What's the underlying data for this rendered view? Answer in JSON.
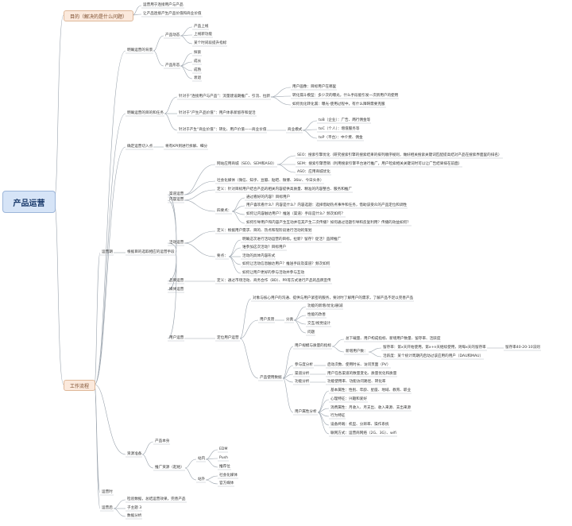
{
  "root": {
    "label": "产品运营"
  },
  "main": [
    {
      "id": "goal",
      "label": "目的（解决的是什么问题）"
    },
    {
      "id": "workflow",
      "label": "工作流程"
    }
  ],
  "nodes": [
    {
      "id": "g1",
      "text": "运营用于连接用户与产品"
    },
    {
      "id": "g2",
      "text": "让产品连接产生产品价值和商业价值"
    },
    {
      "id": "w1",
      "text": "明确运营的背景"
    },
    {
      "id": "w1a",
      "text": "产品动态"
    },
    {
      "id": "w1a1",
      "text": "产品上线"
    },
    {
      "id": "w1a2",
      "text": "上线新功能"
    },
    {
      "id": "w1a3",
      "text": "某个时间段提升指标"
    },
    {
      "id": "w1b",
      "text": "产品形态"
    },
    {
      "id": "w1b1",
      "text": "探索"
    },
    {
      "id": "w1b2",
      "text": "成长"
    },
    {
      "id": "w1b3",
      "text": "成熟"
    },
    {
      "id": "w1b4",
      "text": "衰退"
    },
    {
      "id": "w2",
      "text": "明确运营的目的和任务"
    },
    {
      "id": "w2a",
      "text": "针对于“连接用户与产品”：流量建设期推广、引流、拉新"
    },
    {
      "id": "w2a1",
      "text": "用户画像：目标用户在哪里"
    },
    {
      "id": "w2a2",
      "text": "转化漏斗模型：多少次的曝光，什么手段能引发一次新用户的使用"
    },
    {
      "id": "w2a3",
      "text": "如何优化转化漏：曝光-使用过程中，有什么障碍需要克服"
    },
    {
      "id": "w2b",
      "text": "针对于“产生产品价值”：用户体系新留存和促活"
    },
    {
      "id": "w2c",
      "text": "针对于产生“商业价值”：转化、用户价值——商业价值"
    },
    {
      "id": "w2c1",
      "text": "商业模式"
    },
    {
      "id": "w2c1a",
      "text": "toB（企业）：广告、两行佣金等"
    },
    {
      "id": "w2c1b",
      "text": "toC（个人）：增值服务等"
    },
    {
      "id": "w2c1c",
      "text": "toP（平台）：中介费、佣金"
    },
    {
      "id": "w3",
      "text": "确定运营切入点"
    },
    {
      "id": "w3a",
      "text": "将有KPI到进行拆解、细分"
    },
    {
      "id": "w4",
      "text": "运营期"
    },
    {
      "id": "w4a",
      "text": "根据目的选取相应的运营手段"
    },
    {
      "id": "ch",
      "text": "渠道运营"
    },
    {
      "id": "ch1",
      "text": "网站应用商城（SEO、SEM和ASO）"
    },
    {
      "id": "ch1a",
      "text": "SEO：搜索引擎优化（研究搜索引擎的搜索结果的排列顺序规则，做好相关搜索关键词匹配提高结对产品在搜索界面里的排名）"
    },
    {
      "id": "ch1b",
      "text": "SEM：搜索引擎营销（利用搜索引擎平台进行推广，用户检索相关关键词时可以让广告结果排在前面）"
    },
    {
      "id": "ch1c",
      "text": "ASO：应用商城优化"
    },
    {
      "id": "ch2",
      "text": "社会化媒体（微信、知乎、豆瓣、贴吧、微博、36kr、今日头条）"
    },
    {
      "id": "ct",
      "text": "内容运营"
    },
    {
      "id": "ct0",
      "text": "定义：针对目标用户结合产品的相关内容提供高质量、精准的内容整合、服务和推广"
    },
    {
      "id": "ct1",
      "text": "四要点："
    },
    {
      "id": "ct1a",
      "text": "通过看好的内容？目标用户"
    },
    {
      "id": "ct1b",
      "text": "用户喜欢看什么？内容是什么？内容选题：选择借助热点事件和任务，借助该受众的产品定位和调性"
    },
    {
      "id": "ct1c",
      "text": "如何让内容触达用户？推送（渠道）手段是什么？频次如何？"
    },
    {
      "id": "ct1d",
      "text": "如何引导用户和内容产生互动并在其产生二次传播？如何通过话题引导和反复利用？传播的效益如何？"
    },
    {
      "id": "ac",
      "text": "活动运营"
    },
    {
      "id": "ac0",
      "text": "定义：根据用户需求、目的、热点和现阶段进行活动的策划"
    },
    {
      "id": "ac1",
      "text": "要点："
    },
    {
      "id": "ac1a",
      "text": "明确这次进行活动运营的目标。拉新？留存？促活？品牌推广"
    },
    {
      "id": "ac1b",
      "text": "谁参加这次活动？目标用户"
    },
    {
      "id": "ac1c",
      "text": "活动的具体内容形式"
    },
    {
      "id": "ac1d",
      "text": "如何让活动信息触达用户？推送手段及渠道？频次如何"
    },
    {
      "id": "ac1e",
      "text": "如何让用户更好的参与活动并参与互动"
    },
    {
      "id": "br",
      "text": "品牌运营"
    },
    {
      "id": "br0",
      "text": "定义：通过市场活动、商务合作（BD）、PR等方式进行产品的品牌宣传"
    },
    {
      "id": "md",
      "text": "媒体运营"
    },
    {
      "id": "us",
      "text": "用户运营"
    },
    {
      "id": "us0",
      "text": "定位用户运营"
    },
    {
      "id": "us1",
      "text": "对象与核心用户的沟通、提供与用户紧密的服务，要对时了解用户的需求，了解产品不足以完善产品"
    },
    {
      "id": "usf",
      "text": "用户反馈"
    },
    {
      "id": "usf1",
      "text": "分类"
    },
    {
      "id": "usf1a",
      "text": "功能的新增/优化/删减"
    },
    {
      "id": "usf1b",
      "text": "性能的改善"
    },
    {
      "id": "usf1c",
      "text": "交互/视觉设计"
    },
    {
      "id": "usf1d",
      "text": "问题"
    },
    {
      "id": "ud",
      "text": "产品使用数据"
    },
    {
      "id": "ud1",
      "text": "用户规模与质量的指标"
    },
    {
      "id": "ud1a",
      "text": "总下载量、用户构成指标、新增用户数量、留存率、活跃度"
    },
    {
      "id": "ud1b",
      "text": "新增用户数："
    },
    {
      "id": "ud1b1",
      "text": "留存率：第x天开始使用，第x+n天继续使用，则每x天的留存率"
    },
    {
      "id": "ud1b1r",
      "text": "留存率40-20-10法则"
    },
    {
      "id": "ud1b2",
      "text": "活跃度：某个统计周期内启动过该应用的用户（DAU和MAU）"
    },
    {
      "id": "ud2",
      "text": "参与度分析"
    },
    {
      "id": "ud2a",
      "text": "启动次数、使用时长、访问页面（PV）"
    },
    {
      "id": "ud3",
      "text": "渠道分析"
    },
    {
      "id": "ud3a",
      "text": "用户在各渠道的数量变化、质量优化和质量"
    },
    {
      "id": "ud4",
      "text": "功能分析"
    },
    {
      "id": "ud4a",
      "text": "功能使用率、功能访问路径、转化率"
    },
    {
      "id": "ud5",
      "text": "用户属性分析"
    },
    {
      "id": "ud5a",
      "text": "基本属性：性别、年龄、星座、地域、教育、职业"
    },
    {
      "id": "ud5b",
      "text": "心理特征：兴趣和爱好"
    },
    {
      "id": "ud5c",
      "text": "消费属性：月收入、月支出、收入来源、支出来源"
    },
    {
      "id": "ud5d",
      "text": "行为特征"
    },
    {
      "id": "ud5e",
      "text": "设备终端：机型、分辨率、操作系统"
    },
    {
      "id": "ud5f",
      "text": "联网方式：运营商网络（2G、3G）、wifi"
    },
    {
      "id": "rp",
      "text": "资源准备"
    },
    {
      "id": "rp1",
      "text": "产品本身"
    },
    {
      "id": "rp2",
      "text": "推广资源（起始）"
    },
    {
      "id": "rp2a",
      "text": "站内"
    },
    {
      "id": "rp2a1",
      "text": "EDM"
    },
    {
      "id": "rp2a2",
      "text": "Push"
    },
    {
      "id": "rp2a3",
      "text": "推荐位"
    },
    {
      "id": "rp2b",
      "text": "站外"
    },
    {
      "id": "rp2b1",
      "text": "社会化媒体"
    },
    {
      "id": "rp2b2",
      "text": "官方媒体"
    },
    {
      "id": "w5",
      "text": "运营时"
    },
    {
      "id": "w6",
      "text": "运营后"
    },
    {
      "id": "w6a",
      "text": "检验数据，总结运营效果，完善产品"
    },
    {
      "id": "w6b",
      "text": "子主题 3"
    },
    {
      "id": "w6c",
      "text": "数据分析"
    }
  ]
}
